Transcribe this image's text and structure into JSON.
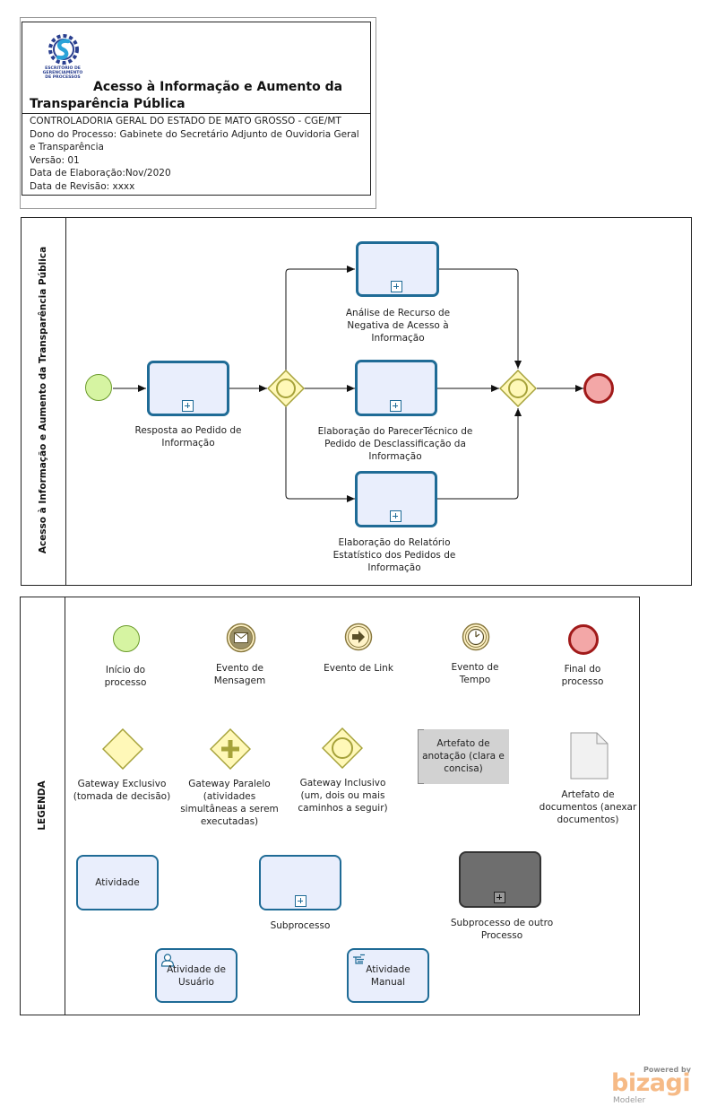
{
  "header": {
    "logo_text": [
      "ESCRITÓRIO DE",
      "GERENCIAMENTO",
      "DE PROCESSOS"
    ],
    "title": "Acesso à Informação e Aumento da Transparência Pública",
    "organization": "CONTROLADORIA GERAL DO ESTADO DE MATO GROSSO - CGE/MT",
    "owner": "Dono do Processo: Gabinete do Secretário Adjunto de Ouvidoria Geral e Transparência",
    "version": "Versão: 01",
    "created": "Data de Elaboração:Nov/2020",
    "revised": "Data de Revisão: xxxx"
  },
  "process": {
    "lane_label": "Acesso à Informação e Aumento da Transparência Pública",
    "tasks": [
      "Resposta ao Pedido de Informação",
      "Análise de Recurso de Negativa de Acesso à Informação",
      "Elaboração do ParecerTécnico de Pedido de Desclassificação da Informação",
      "Elaboração do Relatório Estatístico dos Pedidos de Informação"
    ]
  },
  "legend": {
    "lane_label": "LEGENDA",
    "start": "Início do processo",
    "message": "Evento de Mensagem",
    "link": "Evento de Link",
    "timer": "Evento de Tempo",
    "end": "Final do processo",
    "gw_exclusive": "Gateway  Exclusivo (tomada de decisão)",
    "gw_parallel": "Gateway Paralelo (atividades simultâneas a serem executadas)",
    "gw_inclusive": "Gateway Inclusivo (um, dois ou mais caminhos a seguir)",
    "annotation": "Artefato de anotação (clara e concisa)",
    "document": "Artefato de documentos (anexar documentos)",
    "activity": "Atividade",
    "subprocess": "Subprocesso",
    "other_subprocess": "Subprocesso de outro Processo",
    "user_activity": "Atividade de Usuário",
    "manual_activity": "Atividade Manual"
  },
  "branding": {
    "powered": "Powered by",
    "name": "bizagi",
    "product": "Modeler"
  }
}
